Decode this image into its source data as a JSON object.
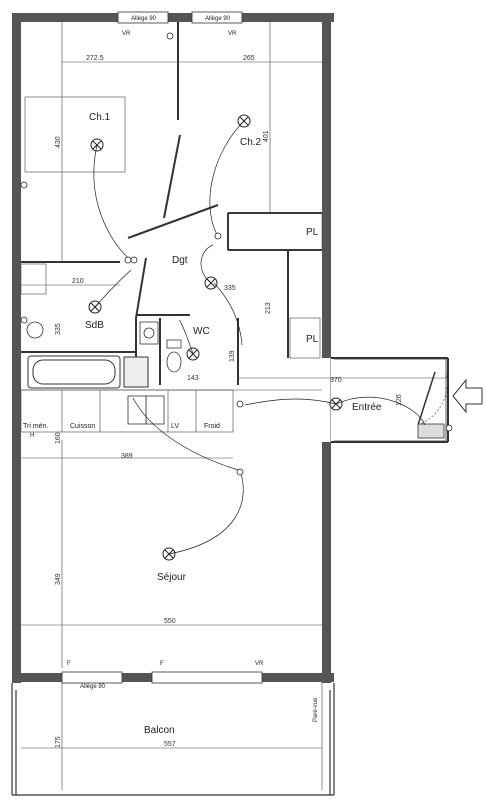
{
  "rooms": {
    "ch1": "Ch.1",
    "ch2": "Ch.2",
    "dgt": "Dgt",
    "sdb": "SdB",
    "wc": "WC",
    "pl1": "PL",
    "pl2": "PL",
    "entree": "Entrée",
    "sejour": "Séjour",
    "balcon": "Balcon"
  },
  "fixtures": {
    "tri_men": "Tri mén.",
    "cuisson": "Cuisson",
    "lv": "LV",
    "froid": "Froid",
    "h": "H"
  },
  "tags": {
    "allege_top_left": "Allège 90",
    "allege_top_right": "Allège 90",
    "allege_bottom": "Allège 90",
    "pare_vue": "Pare-vue",
    "vr_a": "VR",
    "vr_b": "VR",
    "vr_c": "VR",
    "f_a": "F",
    "f_b": "F"
  },
  "dimensions": {
    "ch1_width": "272.5",
    "ch2_width": "265",
    "ch1_depth": "430",
    "ch2_depth": "401",
    "sdb_width": "210",
    "sdb_depth": "335",
    "dgt_dim": "335",
    "pl_depth": "213",
    "wc_depth": "139",
    "wc_width": "143",
    "entree_width": "370",
    "entree_depth": "126",
    "kitchen_depth": "160",
    "kitchen_width": "389",
    "sejour_depth": "349",
    "sejour_width": "550",
    "balcon_depth": "175",
    "balcon_width": "557"
  }
}
